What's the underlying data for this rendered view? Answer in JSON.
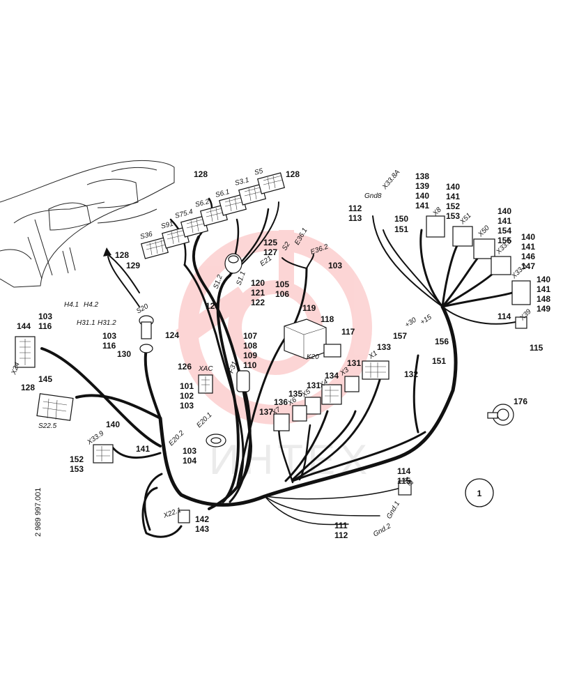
{
  "callouts": {
    "c128a": "128",
    "c128b": "128",
    "c128c": "128",
    "c128d": "128",
    "c129": "129",
    "c103_116a": [
      "103",
      "116"
    ],
    "c103_116b": [
      "103",
      "116"
    ],
    "c144": "144",
    "c145": "145",
    "c130": "130",
    "c124": "124",
    "c125_127": [
      "125",
      "127"
    ],
    "c103c": "103",
    "c105_106": [
      "105",
      "106"
    ],
    "c120_122": [
      "120",
      "121",
      "122"
    ],
    "c123": "123",
    "c119": "119",
    "c118": "118",
    "c117": "117",
    "c107_110": [
      "107",
      "108",
      "109",
      "110"
    ],
    "c126": "126",
    "c101_103": [
      "101",
      "102",
      "103"
    ],
    "c103_104": [
      "103",
      "104"
    ],
    "c140a": "140",
    "c141a": "141",
    "c152_153": [
      "152",
      "153"
    ],
    "c142_143": [
      "142",
      "143"
    ],
    "c112_113": [
      "112",
      "113"
    ],
    "c150": "150",
    "c151a": "151",
    "c138_141": [
      "138",
      "139",
      "140",
      "141"
    ],
    "c140_153": [
      "140",
      "141",
      "152",
      "153"
    ],
    "c140_155": [
      "140",
      "141",
      "154",
      "155"
    ],
    "c140_147": [
      "140",
      "141",
      "146",
      "147"
    ],
    "c140_149": [
      "140",
      "141",
      "148",
      "149"
    ],
    "c114a": "114",
    "c115a": "115",
    "c157": "157",
    "c156": "156",
    "c151b": "151",
    "c133": "133",
    "c131a": "131",
    "c132": "132",
    "c134": "134",
    "c131b": "131",
    "c135": "135",
    "c136": "136",
    "c137": "137",
    "c176": "176",
    "c114_115": [
      "114",
      "115"
    ],
    "c111_112": [
      "111",
      "112"
    ],
    "view_number": "1"
  },
  "connectors": {
    "S36": "S36",
    "S91": "S91",
    "S75_4": "S75.4",
    "S6_2": "S6.2",
    "S6_1": "S6.1",
    "S3_1": "S3.1",
    "S5": "S5",
    "H4_1": "H4.1",
    "H4_2": "H4.2",
    "H31_1": "H31.1",
    "H31_2": "H31.2",
    "S20": "S20",
    "X24": "X24",
    "S22_5": "S22.5",
    "X33_9": "X33.9",
    "X22_1": "X22.1",
    "S1_2": "S1.2",
    "S1_1": "S1.1",
    "S2": "S2",
    "E36_1": "E36.1",
    "E36_2": "E36.2",
    "E21": "E21",
    "K20": "K20",
    "F31": "F31",
    "XAC": "XAC",
    "E20_2": "E20.2",
    "E20_1": "E20.1",
    "Gnd8": "Gnd8",
    "X33_8A": "X33.8A",
    "X8": "X8",
    "X51": "X51",
    "X50": "X50",
    "X33_B": "X33.B",
    "X33_8": "X33.8",
    "X39": "X39",
    "plus30": "+30",
    "plus15": "+15",
    "X1": "X1",
    "X3": "X3",
    "X4": "X4",
    "X5": "X5",
    "X6": "X6",
    "X7": "X7",
    "M2": "M2",
    "Gnd1": "Gnd.1",
    "Gnd2": "Gnd.2"
  },
  "drawing_number": "2 989 997.001"
}
